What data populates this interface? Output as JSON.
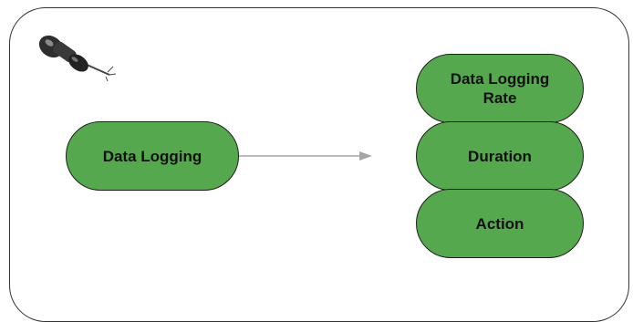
{
  "diagram": {
    "source_node": {
      "label": "Data Logging"
    },
    "target_nodes": [
      {
        "label": "Data Logging\nRate"
      },
      {
        "label": "Duration"
      },
      {
        "label": "Action"
      }
    ],
    "icon": "pushpin-icon",
    "colors": {
      "node_fill": "#56a84e",
      "node_border": "#1f1f1f",
      "connector": "#a6a6a6",
      "frame_border": "#333333"
    }
  }
}
